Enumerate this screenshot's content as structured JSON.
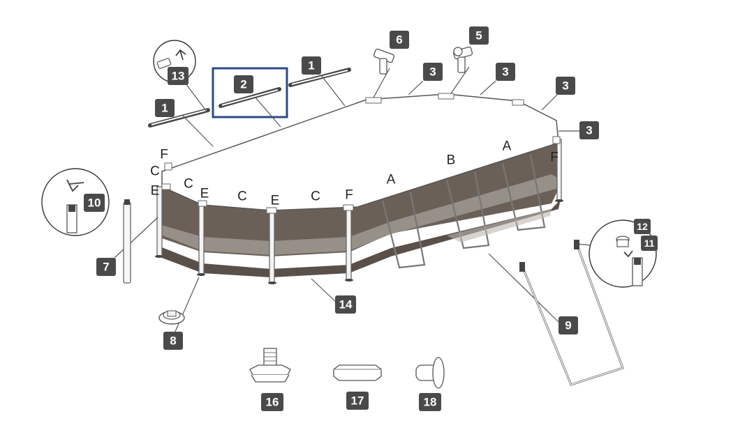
{
  "diagram": {
    "highlight_color": "#2b4b86",
    "wall_color": "#6b6058",
    "wall_dark": "#5a504a",
    "belt_color": "#9a928c",
    "badge_color": "#4a4a4a",
    "part_badges": [
      {
        "id": "b1a",
        "label": "1"
      },
      {
        "id": "b1b",
        "label": "1"
      },
      {
        "id": "b2",
        "label": "2"
      },
      {
        "id": "b3a",
        "label": "3"
      },
      {
        "id": "b3b",
        "label": "3"
      },
      {
        "id": "b3c",
        "label": "3"
      },
      {
        "id": "b3d",
        "label": "3"
      },
      {
        "id": "b5",
        "label": "5"
      },
      {
        "id": "b6",
        "label": "6"
      },
      {
        "id": "b7",
        "label": "7"
      },
      {
        "id": "b8",
        "label": "8"
      },
      {
        "id": "b9",
        "label": "9"
      },
      {
        "id": "b10",
        "label": "10"
      },
      {
        "id": "b11",
        "label": "11"
      },
      {
        "id": "b12",
        "label": "12"
      },
      {
        "id": "b13",
        "label": "13"
      },
      {
        "id": "b14",
        "label": "14"
      },
      {
        "id": "b16",
        "label": "16"
      },
      {
        "id": "b17",
        "label": "17"
      },
      {
        "id": "b18",
        "label": "18"
      }
    ],
    "joint_letters": [
      {
        "id": "lF1",
        "label": "F"
      },
      {
        "id": "lC1",
        "label": "C"
      },
      {
        "id": "lE1",
        "label": "E"
      },
      {
        "id": "lC2",
        "label": "C"
      },
      {
        "id": "lE2",
        "label": "E"
      },
      {
        "id": "lC3",
        "label": "C"
      },
      {
        "id": "lE3",
        "label": "E"
      },
      {
        "id": "lC4",
        "label": "C"
      },
      {
        "id": "lF2",
        "label": "F"
      },
      {
        "id": "lA1",
        "label": "A"
      },
      {
        "id": "lB1",
        "label": "B"
      },
      {
        "id": "lA2",
        "label": "A"
      },
      {
        "id": "lF3",
        "label": "F"
      }
    ],
    "highlighted_part": "2"
  }
}
